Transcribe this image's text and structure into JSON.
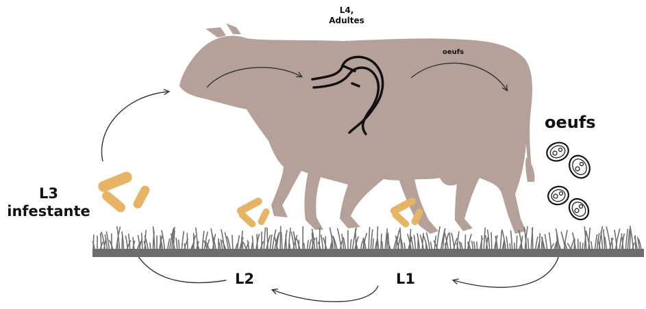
{
  "labels": {
    "l4_line1": "L4,",
    "l4_line2": "Adultes",
    "eggs_small": "oeufs",
    "eggs_large": "oeufs",
    "l3_line1": "L3",
    "l3_line2": "infestante",
    "l2": "L2",
    "l1": "L1"
  },
  "colors": {
    "cow": "#b5a19a",
    "worm": "#111111",
    "larva": "#e6b463",
    "grass": "#6d6d6d",
    "arrow": "#333333",
    "text": "#111111"
  }
}
